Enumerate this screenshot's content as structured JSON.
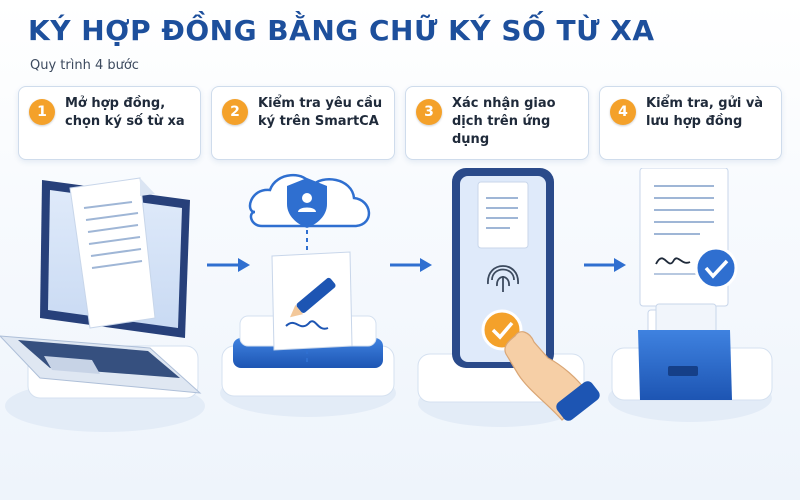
{
  "header": {
    "title": "KÝ HỢP ĐỒNG BẰNG CHỮ KÝ SỐ TỪ XA",
    "subtitle": "Quy trình 4 bước"
  },
  "steps": [
    {
      "number": "1",
      "label": "Mở hợp đồng, chọn ký số từ xa"
    },
    {
      "number": "2",
      "label": "Kiểm tra yêu cầu ký trên SmartCA"
    },
    {
      "number": "3",
      "label": "Xác nhận giao dịch trên ứng dụng"
    },
    {
      "number": "4",
      "label": "Kiểm tra, gửi và lưu hợp đồng"
    }
  ],
  "colors": {
    "title": "#1d4f9c",
    "accent": "#f4a12a",
    "primary_blue": "#2f6fd0",
    "arrow": "#2f6fd0"
  },
  "icons": [
    "laptop-icon",
    "shield-user-icon",
    "cloud-icon",
    "pen-signature-icon",
    "smartphone-icon",
    "fingerprint-icon",
    "check-circle-icon",
    "hand-pointer-icon",
    "signed-document-icon",
    "archive-box-icon",
    "arrow-right-icon"
  ]
}
